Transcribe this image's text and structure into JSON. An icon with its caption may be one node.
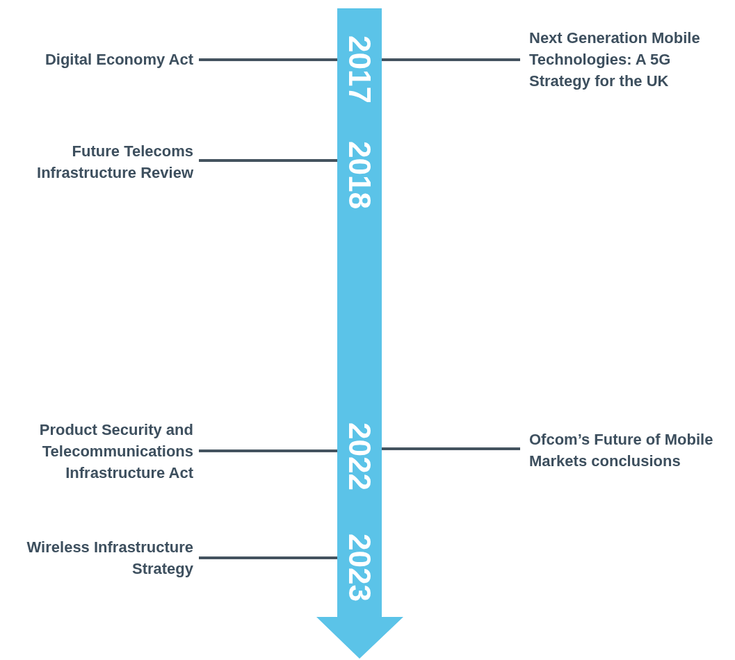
{
  "diagram": {
    "nodes": [
      {
        "text": [],
        "shape": "arrow"
      },
      {
        "text": [
          "2017"
        ],
        "in": 0
      },
      {
        "text": [
          "2018"
        ],
        "in": 0
      },
      {
        "text": [
          "2022"
        ],
        "in": 0
      },
      {
        "text": [
          "2023"
        ],
        "in": 0
      },
      {
        "text": [
          "Digital Economy Act"
        ]
      },
      {
        "text": [
          "Next Generation Mobile Technologies: A 5G Strategy for the UK"
        ]
      },
      {
        "text": [
          "Future Telecoms Infrastructure Review"
        ]
      },
      {
        "text": [
          "Product Security and Telecommunications Infrastructure Act"
        ]
      },
      {
        "text": [
          "Ofcom’s Future of Mobile Markets conclusions"
        ]
      },
      {
        "text": [
          "Wireless Infrastructure Strategy"
        ]
      }
    ],
    "edges": [
      {
        "from": 5,
        "to": 1,
        "arrow": "none"
      },
      {
        "from": 6,
        "to": 1,
        "arrow": "none"
      },
      {
        "from": 7,
        "to": 2,
        "arrow": "none"
      },
      {
        "from": 8,
        "to": 3,
        "arrow": "none"
      },
      {
        "from": 9,
        "to": 3,
        "arrow": "none"
      },
      {
        "from": 10,
        "to": 4,
        "arrow": "none"
      }
    ]
  }
}
